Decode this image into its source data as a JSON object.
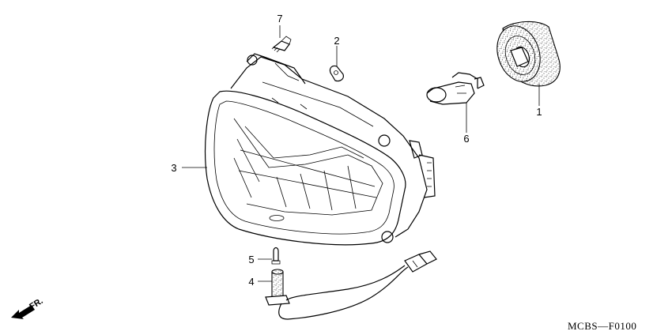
{
  "callouts": [
    {
      "id": "1",
      "text": "1"
    },
    {
      "id": "2",
      "text": "2"
    },
    {
      "id": "3",
      "text": "3"
    },
    {
      "id": "4",
      "text": "4"
    },
    {
      "id": "5",
      "text": "5"
    },
    {
      "id": "6",
      "text": "6"
    },
    {
      "id": "7",
      "text": "7"
    }
  ],
  "direction_label": "FR.",
  "diagram_code": "MCBS—F0100"
}
